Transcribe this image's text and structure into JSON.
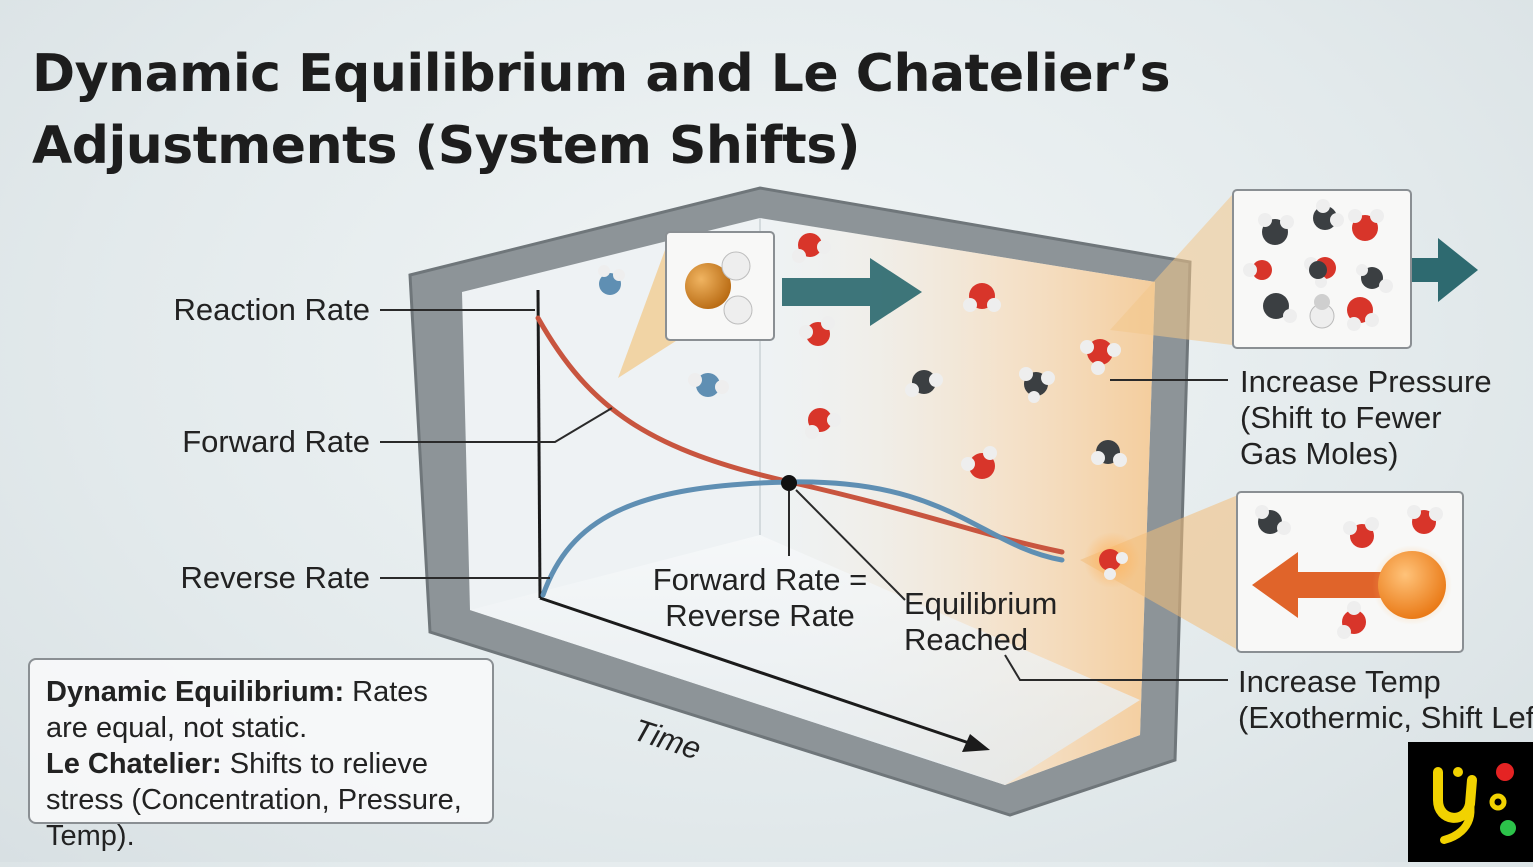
{
  "title": {
    "line1": "Dynamic Equilibrium and Le Chatelier’s",
    "line2": "Adjustments (System Shifts)"
  },
  "axis": {
    "y_label": "Reaction Rate",
    "x_label": "Time"
  },
  "curves": {
    "forward": "Forward Rate",
    "reverse": "Reverse Rate",
    "forward_color": "#c8553f",
    "reverse_color": "#5f8fb3"
  },
  "equilibrium_point": {
    "line1": "Forward Rate =",
    "line2": "Reverse Rate"
  },
  "equilibrium_reached": {
    "line1": "Equilibrium",
    "line2": "Reached"
  },
  "pressure_stress": {
    "line1": "Increase Pressure",
    "line2": "(Shift to Fewer",
    "line3": "Gas Moles)",
    "arrow_color": "#2e6a70"
  },
  "temp_stress": {
    "line1": "Increase Temp",
    "line2": "(Exothermic, Shift Left)",
    "arrow_color": "#e0642a"
  },
  "note": {
    "term1": "Dynamic Equilibrium:",
    "text1": " Rates are equal, not static.",
    "term2": "Le Chatelier:",
    "text2": " Shifts to relieve stress (Concentration, Pressure, Temp)."
  },
  "colors": {
    "oxygen": "#d8352a",
    "carbon": "#3b3f42",
    "hydrogen": "#f2f2f2",
    "heat_sphere": "#f08a24"
  }
}
